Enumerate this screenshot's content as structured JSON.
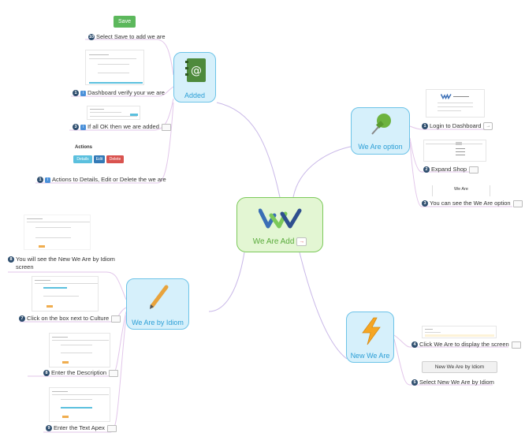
{
  "central": {
    "label": "We Are Add"
  },
  "topics": {
    "added": {
      "label": "Added"
    },
    "option": {
      "label": "We Are option"
    },
    "idiom": {
      "label": "We Are by Idiom"
    },
    "new": {
      "label": "New We Are"
    }
  },
  "added_items": [
    {
      "num": "10",
      "text": "Select Save to add we are"
    },
    {
      "num": "1",
      "text": "Dashboard verify your we are"
    },
    {
      "num": "3",
      "text": "If all OK then we are added"
    },
    {
      "num": "1",
      "text": "Actions to Details, Edit or Delete the we are"
    }
  ],
  "save_button": "Save",
  "actions_box": {
    "title": "Actions",
    "buttons": [
      "Details",
      "Edit",
      "Delete"
    ]
  },
  "option_items": [
    {
      "num": "1",
      "text": "Login to Dashboard"
    },
    {
      "num": "2",
      "text": "Expand Shop"
    },
    {
      "num": "3",
      "text": "You can see the We Are option"
    }
  ],
  "option_chip": "We Are",
  "idiom_items": [
    {
      "num": "8",
      "text": "You will see the New We Are by Idiom",
      "text2": "screen"
    },
    {
      "num": "7",
      "text": "Click on the box next to Culture"
    },
    {
      "num": "8",
      "text": "Enter the Description"
    },
    {
      "num": "9",
      "text": "Enter the Text Apex"
    }
  ],
  "new_items": [
    {
      "num": "4",
      "text": "Click We Are to display the screen"
    },
    {
      "num": "5",
      "text": "Select New We Are by Idiom"
    }
  ],
  "new_button": "New We Are by Idiom",
  "colors": {
    "central_fill": "#e3f6d3",
    "central_border": "#7cc95a",
    "central_text": "#5aab3c",
    "topic_fill": "#d6f0fb",
    "topic_border": "#6cc3e8",
    "topic_text": "#2c9fd6",
    "save_green": "#5cb85c",
    "details_blue": "#5bc0de",
    "edit_blue": "#337ab7",
    "delete_red": "#d9534f"
  }
}
